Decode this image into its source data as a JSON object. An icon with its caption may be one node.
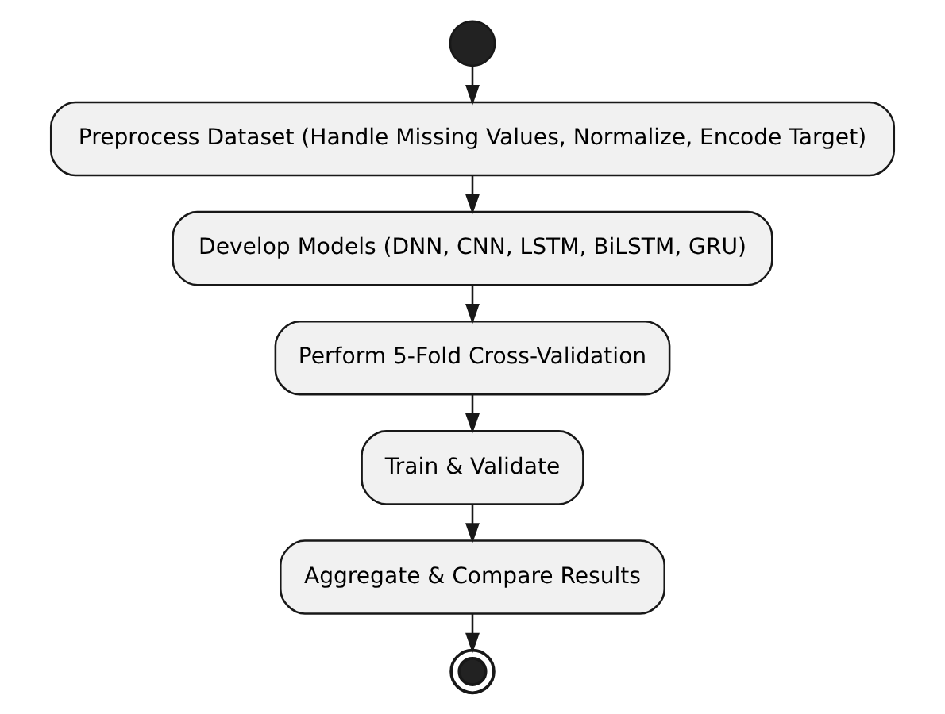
{
  "diagram": {
    "nodes": [
      {
        "text": [],
        "shape": "circle"
      },
      {
        "text": [
          "Preprocess Dataset (Handle Missing Values, Normalize, Encode Target)"
        ]
      },
      {
        "text": [
          "Develop Models (DNN, CNN, LSTM, BiLSTM, GRU)"
        ]
      },
      {
        "text": [
          "Perform 5-Fold Cross-Validation"
        ]
      },
      {
        "text": [
          "Train & Validate"
        ]
      },
      {
        "text": [
          "Aggregate & Compare Results"
        ]
      },
      {
        "text": [],
        "shape": "circle"
      }
    ],
    "edges": [
      {
        "from": 0,
        "to": 1,
        "arrow": "to"
      },
      {
        "from": 1,
        "to": 2,
        "arrow": "to"
      },
      {
        "from": 2,
        "to": 3,
        "arrow": "to"
      },
      {
        "from": 3,
        "to": 4,
        "arrow": "to"
      },
      {
        "from": 4,
        "to": 5,
        "arrow": "to"
      },
      {
        "from": 5,
        "to": 6,
        "arrow": "to"
      }
    ]
  }
}
